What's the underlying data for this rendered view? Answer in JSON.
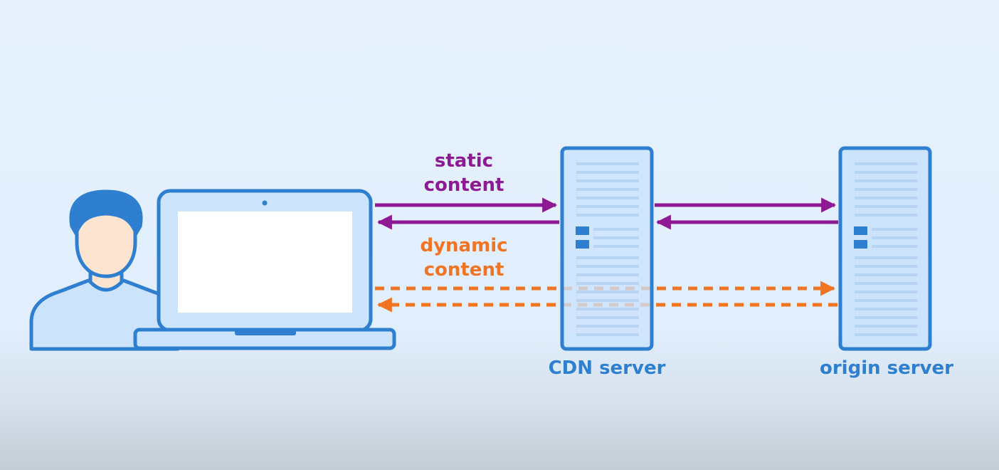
{
  "labels": {
    "static_line1": "static",
    "static_line2": "content",
    "dynamic_line1": "dynamic",
    "dynamic_line2": "content",
    "cdn_server": "CDN server",
    "origin_server": "origin server"
  },
  "colors": {
    "background": "#e3effc",
    "outline_blue": "#2e7fcf",
    "fill_light_blue": "#cbe3fb",
    "skin": "#fde4d0",
    "screen": "#ffffff",
    "static_purple": "#8d1a93",
    "dynamic_orange": "#f07422",
    "server_lines": "#b7d5f2",
    "server_indicator": "#2e7fcf",
    "label_blue": "#2e7fcf"
  }
}
